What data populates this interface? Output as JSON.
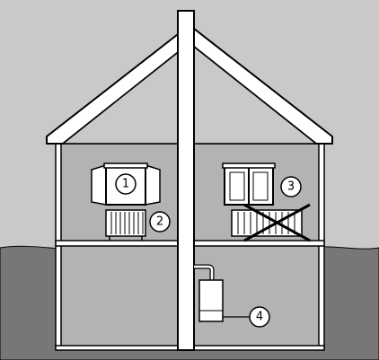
{
  "colors": {
    "sky": "#c9c9c9",
    "ground": "#777777",
    "room": "#b3b3b3",
    "outline": "#000000",
    "fill_white": "#ffffff"
  },
  "callouts": [
    {
      "id": "1",
      "label": "1"
    },
    {
      "id": "2",
      "label": "2"
    },
    {
      "id": "3",
      "label": "3"
    },
    {
      "id": "4",
      "label": "4"
    }
  ],
  "icons": [
    "house-icon",
    "chimney-icon",
    "window-icon",
    "radiator-icon",
    "boiler-icon"
  ]
}
